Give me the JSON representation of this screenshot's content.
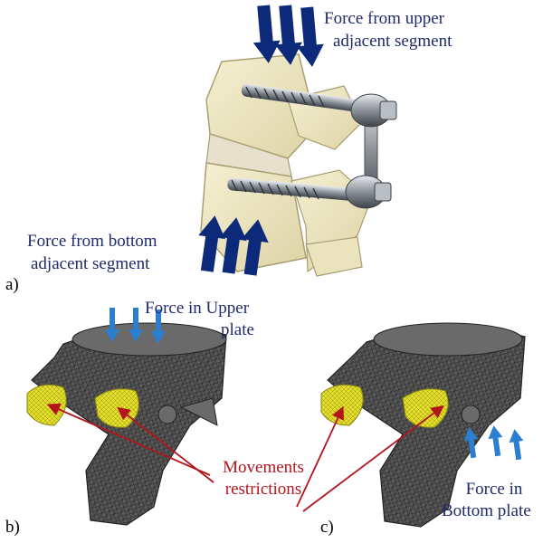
{
  "panel_a": {
    "label": "a)",
    "force_top": [
      "Force from upper",
      "adjacent segment"
    ],
    "force_bottom": [
      "Force from bottom",
      "adjacent segment"
    ]
  },
  "panel_b": {
    "label": "b)",
    "force": [
      "Force in Upper",
      "plate"
    ]
  },
  "panel_c": {
    "label": "c)",
    "force": [
      "Force in",
      "Bottom plate"
    ]
  },
  "restriction": [
    "Movements",
    "restrictions"
  ],
  "colors": {
    "force_arrow_dark": "#0d2a7a",
    "force_arrow_blue": "#2a7fd0",
    "bone": "#efe8c4",
    "mesh": "#555555",
    "contact_yellow": "#e6e12a",
    "restriction_red": "#b3151b",
    "text_blue": "#1f2a6b"
  }
}
